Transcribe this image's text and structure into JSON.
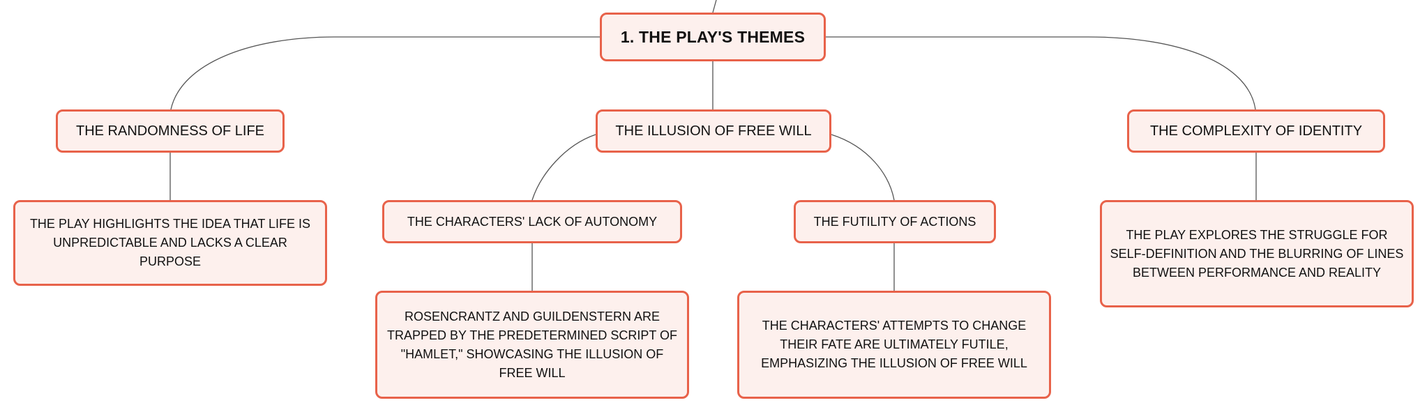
{
  "diagram": {
    "root": {
      "label": "1. THE PLAY'S THEMES"
    },
    "themes": [
      {
        "label": "THE RANDOMNESS OF LIFE",
        "detail": "THE PLAY HIGHLIGHTS THE IDEA THAT LIFE IS UNPREDICTABLE AND LACKS A CLEAR PURPOSE"
      },
      {
        "label": "THE ILLUSION OF FREE WILL",
        "subtopics": [
          {
            "label": "THE CHARACTERS' LACK OF AUTONOMY",
            "detail": "ROSENCRANTZ AND GUILDENSTERN ARE TRAPPED BY THE PREDETERMINED SCRIPT OF \"HAMLET,\" SHOWCASING THE ILLUSION OF FREE WILL"
          },
          {
            "label": "THE FUTILITY OF ACTIONS",
            "detail": "THE CHARACTERS' ATTEMPTS TO CHANGE THEIR FATE ARE ULTIMATELY FUTILE, EMPHASIZING THE ILLUSION OF FREE WILL"
          }
        ]
      },
      {
        "label": "THE COMPLEXITY OF IDENTITY",
        "detail": "THE PLAY EXPLORES THE STRUGGLE FOR SELF-DEFINITION AND THE BLURRING OF LINES BETWEEN PERFORMANCE AND REALITY"
      }
    ]
  },
  "colors": {
    "node_border": "#e8624a",
    "node_fill": "#fdf0ed",
    "connector": "#555555",
    "text": "#111111"
  }
}
